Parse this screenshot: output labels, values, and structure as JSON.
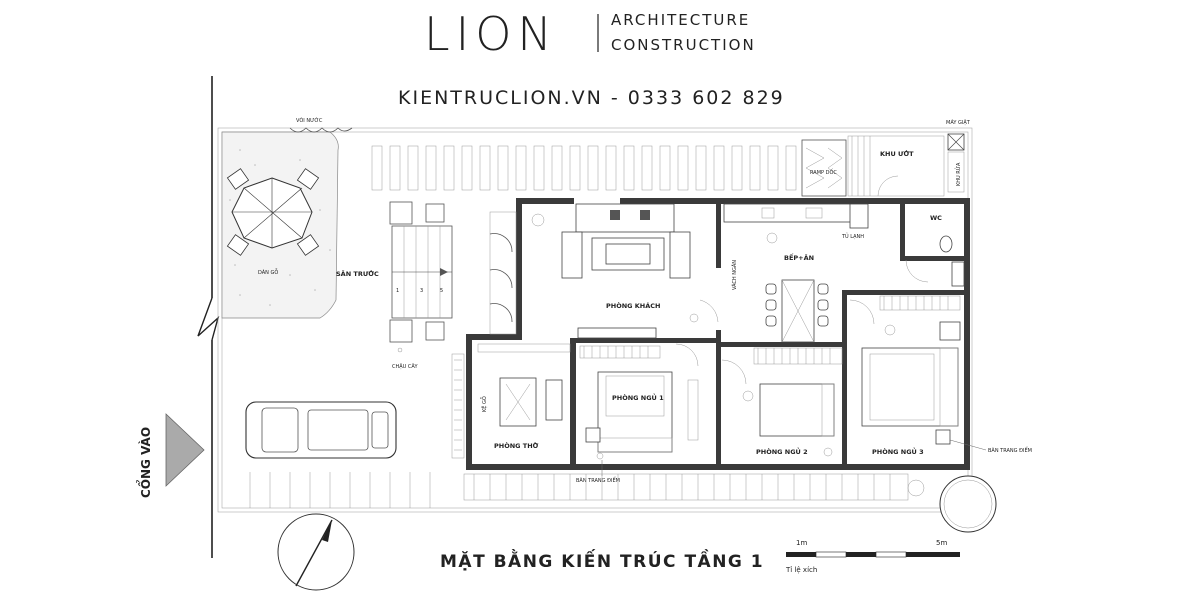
{
  "header": {
    "brand": "LION",
    "tagline_1": "ARCHITECTURE",
    "tagline_2": "CONSTRUCTION",
    "contact": "KIENTRUCLION.VN - 0333 602 829"
  },
  "labels": {
    "voi_nuoc": "VÒI NƯỚC",
    "may_giat": "MÁY GIẶT",
    "khu_uot": "KHU ƯỚT",
    "ramp_doc": "RAMP DỐC",
    "khu_rua": "KHU RỬA",
    "wc": "WC",
    "tu_lanh": "TỦ LẠNH",
    "san_truoc": "SÂN TRƯỚC",
    "gian_go": "DÀN GỖ",
    "chau_cay": "CHẬU CÂY",
    "vach_ngan": "VÁCH NGĂN",
    "ban_trang_diem_1": "BÀN TRANG ĐIỂM",
    "ban_trang_diem_2": "BÀN TRANG ĐIỂM",
    "ke_go": "KỆ GỖ",
    "cong_vao": "CỔNG VÀO",
    "step_1": "1",
    "step_3": "3",
    "step_5": "5"
  },
  "rooms": {
    "phong_khach": "PHÒNG KHÁCH",
    "bep_an": "BẾP+ĂN",
    "phong_tho": "PHÒNG THỜ",
    "phong_ngu_1": "PHÒNG NGỦ 1",
    "phong_ngu_2": "PHÒNG NGỦ 2",
    "phong_ngu_3": "PHÒNG NGỦ 3"
  },
  "footer": {
    "title": "MẶT BẰNG KIẾN TRÚC TẦNG 1",
    "scale_1": "1m",
    "scale_5": "5m",
    "scale_label": "Tỉ lệ xích"
  }
}
